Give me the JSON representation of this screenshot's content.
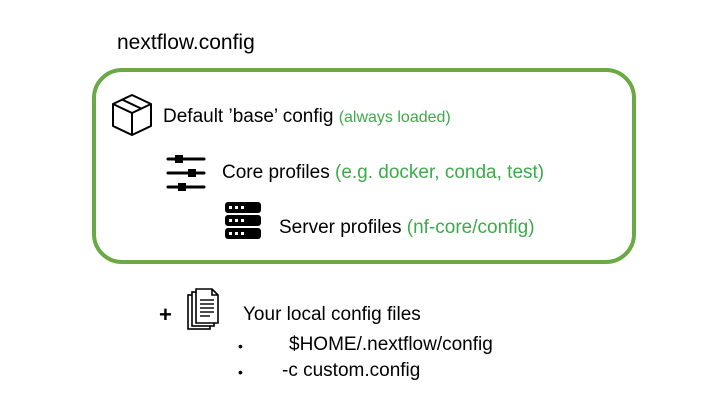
{
  "title": "nextflow.config",
  "box_color": "#6aa943",
  "accent_text_color": "#3daa4a",
  "rows": [
    {
      "label": "Default ’base’ config",
      "note": "(always loaded)",
      "icon": "box-icon"
    },
    {
      "label": "Core profiles",
      "note": "(e.g. docker, conda, test)",
      "icon": "sliders-icon"
    },
    {
      "label": "Server profiles",
      "note": "(nf-core/config)",
      "icon": "server-icon"
    }
  ],
  "local": {
    "plus": "+",
    "title": "Your local config files",
    "icon": "documents-icon",
    "bullet": "•",
    "items": [
      "$HOME/.nextflow/config",
      "-c custom.config"
    ]
  }
}
